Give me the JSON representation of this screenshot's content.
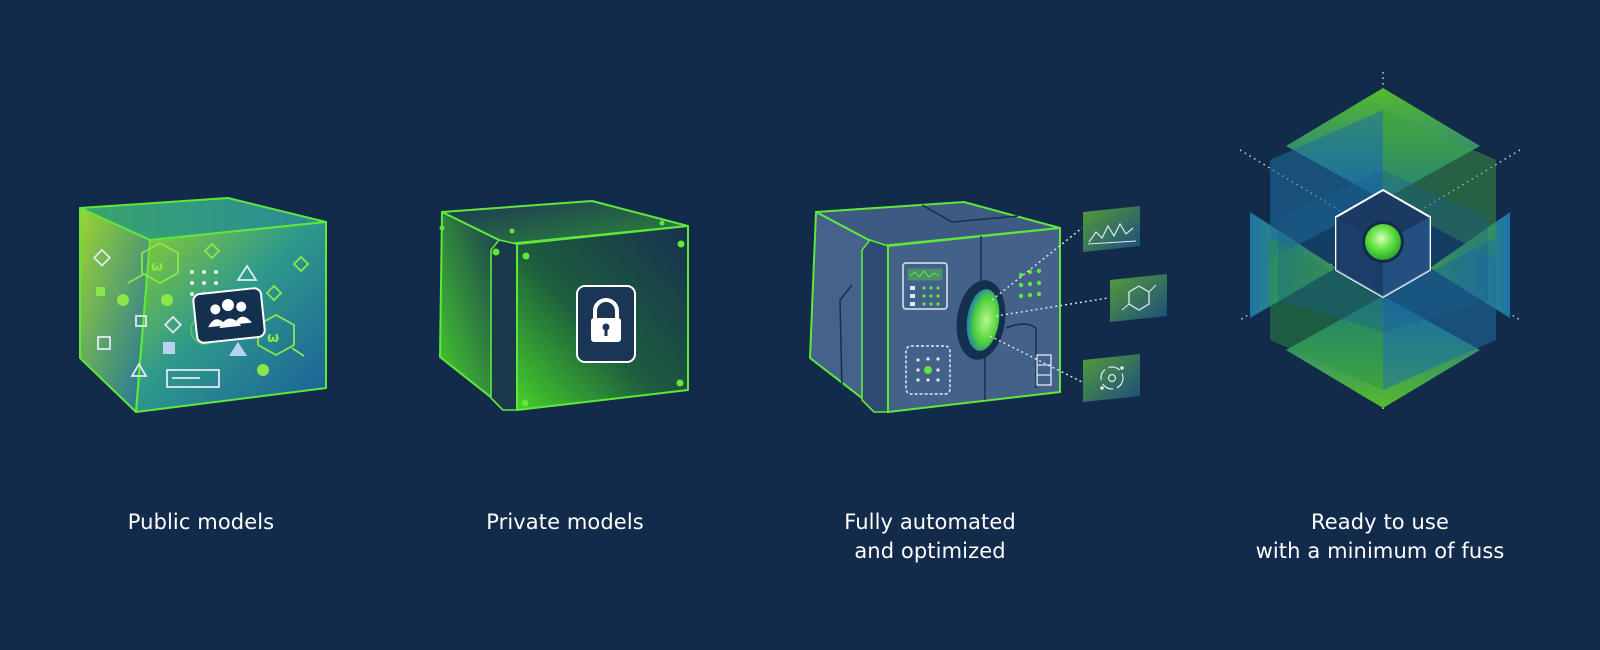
{
  "colors": {
    "background": "#122b4a",
    "accent_green": "#52e03a",
    "teal": "#1d78a6",
    "panel_blue": "#44618a",
    "caption_text": "#ffffff"
  },
  "features": [
    {
      "id": "public",
      "icon": "public-models-cube-icon",
      "lines": [
        "Public models"
      ]
    },
    {
      "id": "private",
      "icon": "private-models-lock-cube-icon",
      "lines": [
        "Private models"
      ]
    },
    {
      "id": "automated",
      "icon": "automated-safe-cube-icon",
      "lines": [
        "Fully automated",
        "and optimized"
      ]
    },
    {
      "id": "ready",
      "icon": "ready-hexagon-cube-icon",
      "lines": [
        "Ready to use",
        "with a minimum of fuss"
      ]
    }
  ]
}
